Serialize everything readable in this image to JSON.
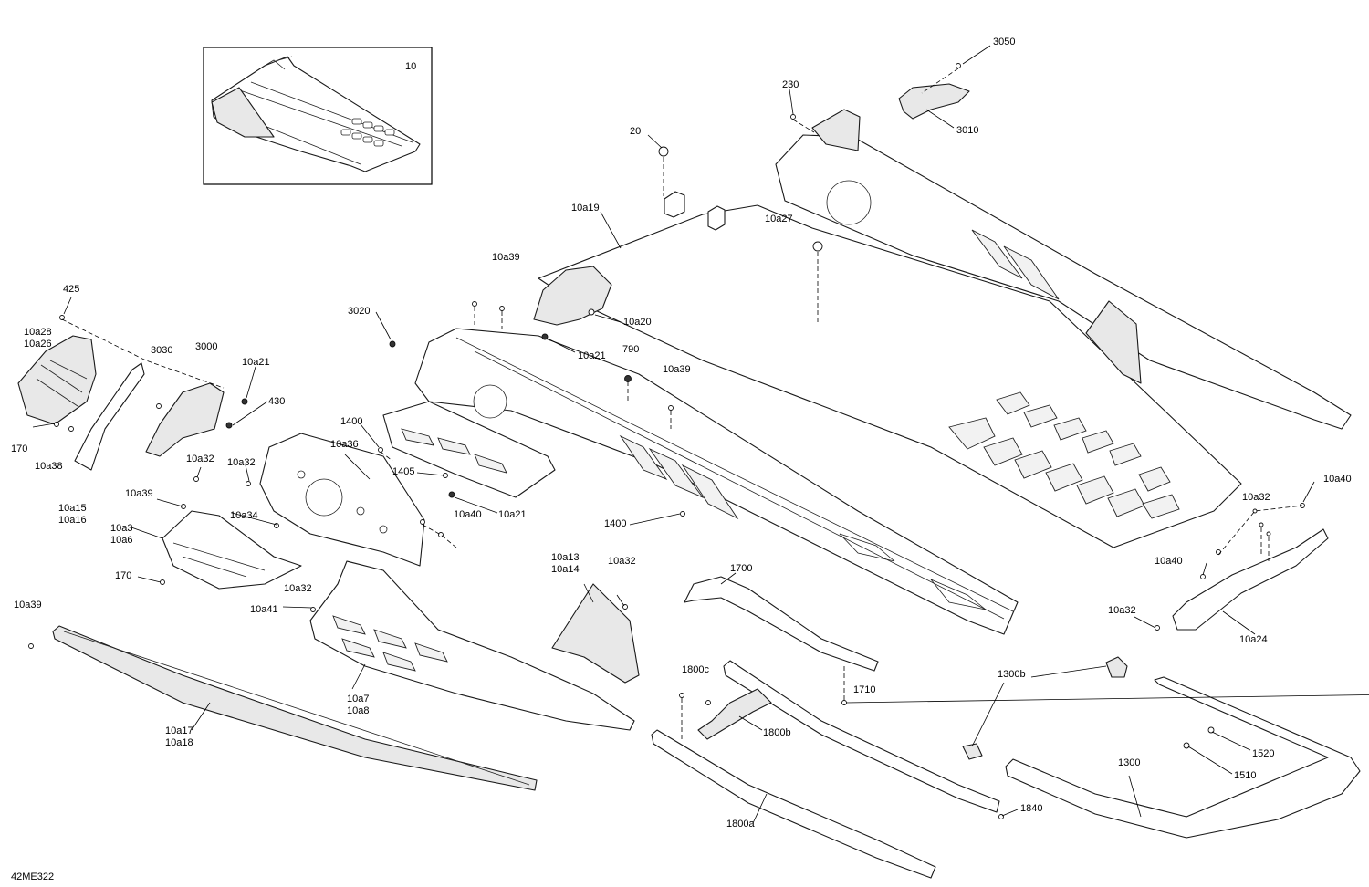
{
  "diagram_id": "42ME322",
  "inset_label": "10",
  "labels": {
    "l3050": "3050",
    "l3010": "3010",
    "l230": "230",
    "l20": "20",
    "l10a19": "10a19",
    "l10a27": "10a27",
    "l10a39_a": "10a39",
    "l10a20": "10a20",
    "l3020": "3020",
    "l10a21_a": "10a21",
    "l790": "790",
    "l10a39_b": "10a39",
    "l425": "425",
    "l10a28": "10a28",
    "l10a26": "10a26",
    "l3030": "3030",
    "l3000": "3000",
    "l10a21_b": "10a21",
    "l430": "430",
    "l170_a": "170",
    "l10a38": "10a38",
    "l10a15": "10a15",
    "l10a16": "10a16",
    "l1400_a": "1400",
    "l10a36": "10a36",
    "l10a32_a": "10a32",
    "l10a32_b": "10a32",
    "l1405": "1405",
    "l10a39_c": "10a39",
    "l10a34": "10a34",
    "l10a40_a": "10a40",
    "l10a21_c": "10a21",
    "l10a3": "10a3",
    "l10a6": "10a6",
    "l1400_b": "1400",
    "l170_b": "170",
    "l10a13": "10a13",
    "l10a14": "10a14",
    "l10a32_c": "10a32",
    "l10a32_d": "10a32",
    "l10a41": "10a41",
    "l10a39_d": "10a39",
    "l1700": "1700",
    "l10a40_b": "10a40",
    "l10a32_e": "10a32",
    "l10a40_c": "10a40",
    "l10a32_f": "10a32",
    "l10a24": "10a24",
    "l10a7": "10a7",
    "l10a8": "10a8",
    "l1800c": "1800c",
    "l1710": "1710",
    "l1300b": "1300b",
    "l1800b": "1800b",
    "l10a17": "10a17",
    "l10a18": "10a18",
    "l1520": "1520",
    "l1300": "1300",
    "l1510": "1510",
    "l1840": "1840",
    "l1800a": "1800a"
  },
  "colors": {
    "line": "#1a1a1a",
    "fill": "#ffffff",
    "shade": "#e8e8e8"
  }
}
